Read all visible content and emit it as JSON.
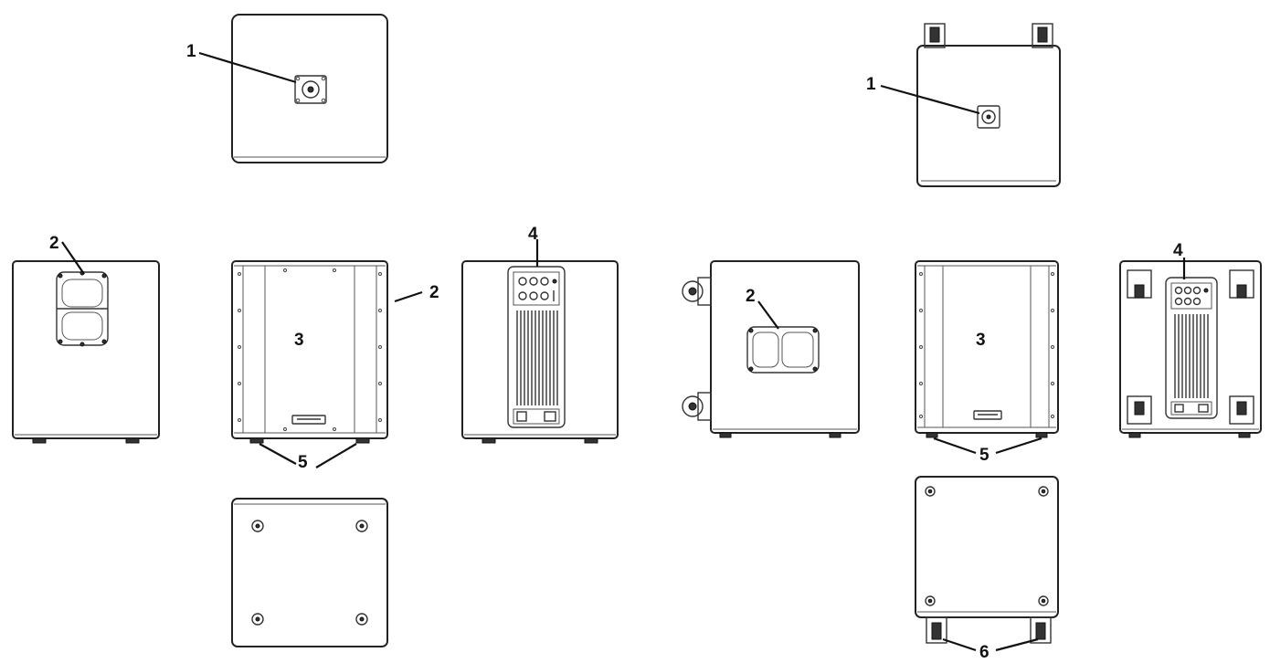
{
  "callouts": {
    "left_top_1": "1",
    "left_side_2": "2",
    "left_front_2": "2",
    "left_front_3": "3",
    "left_rear_4": "4",
    "left_front_5": "5",
    "right_top_1": "1",
    "right_side_2": "2",
    "right_front_3": "3",
    "right_rear_4": "4",
    "right_front_5": "5",
    "right_bottom_6": "6"
  }
}
